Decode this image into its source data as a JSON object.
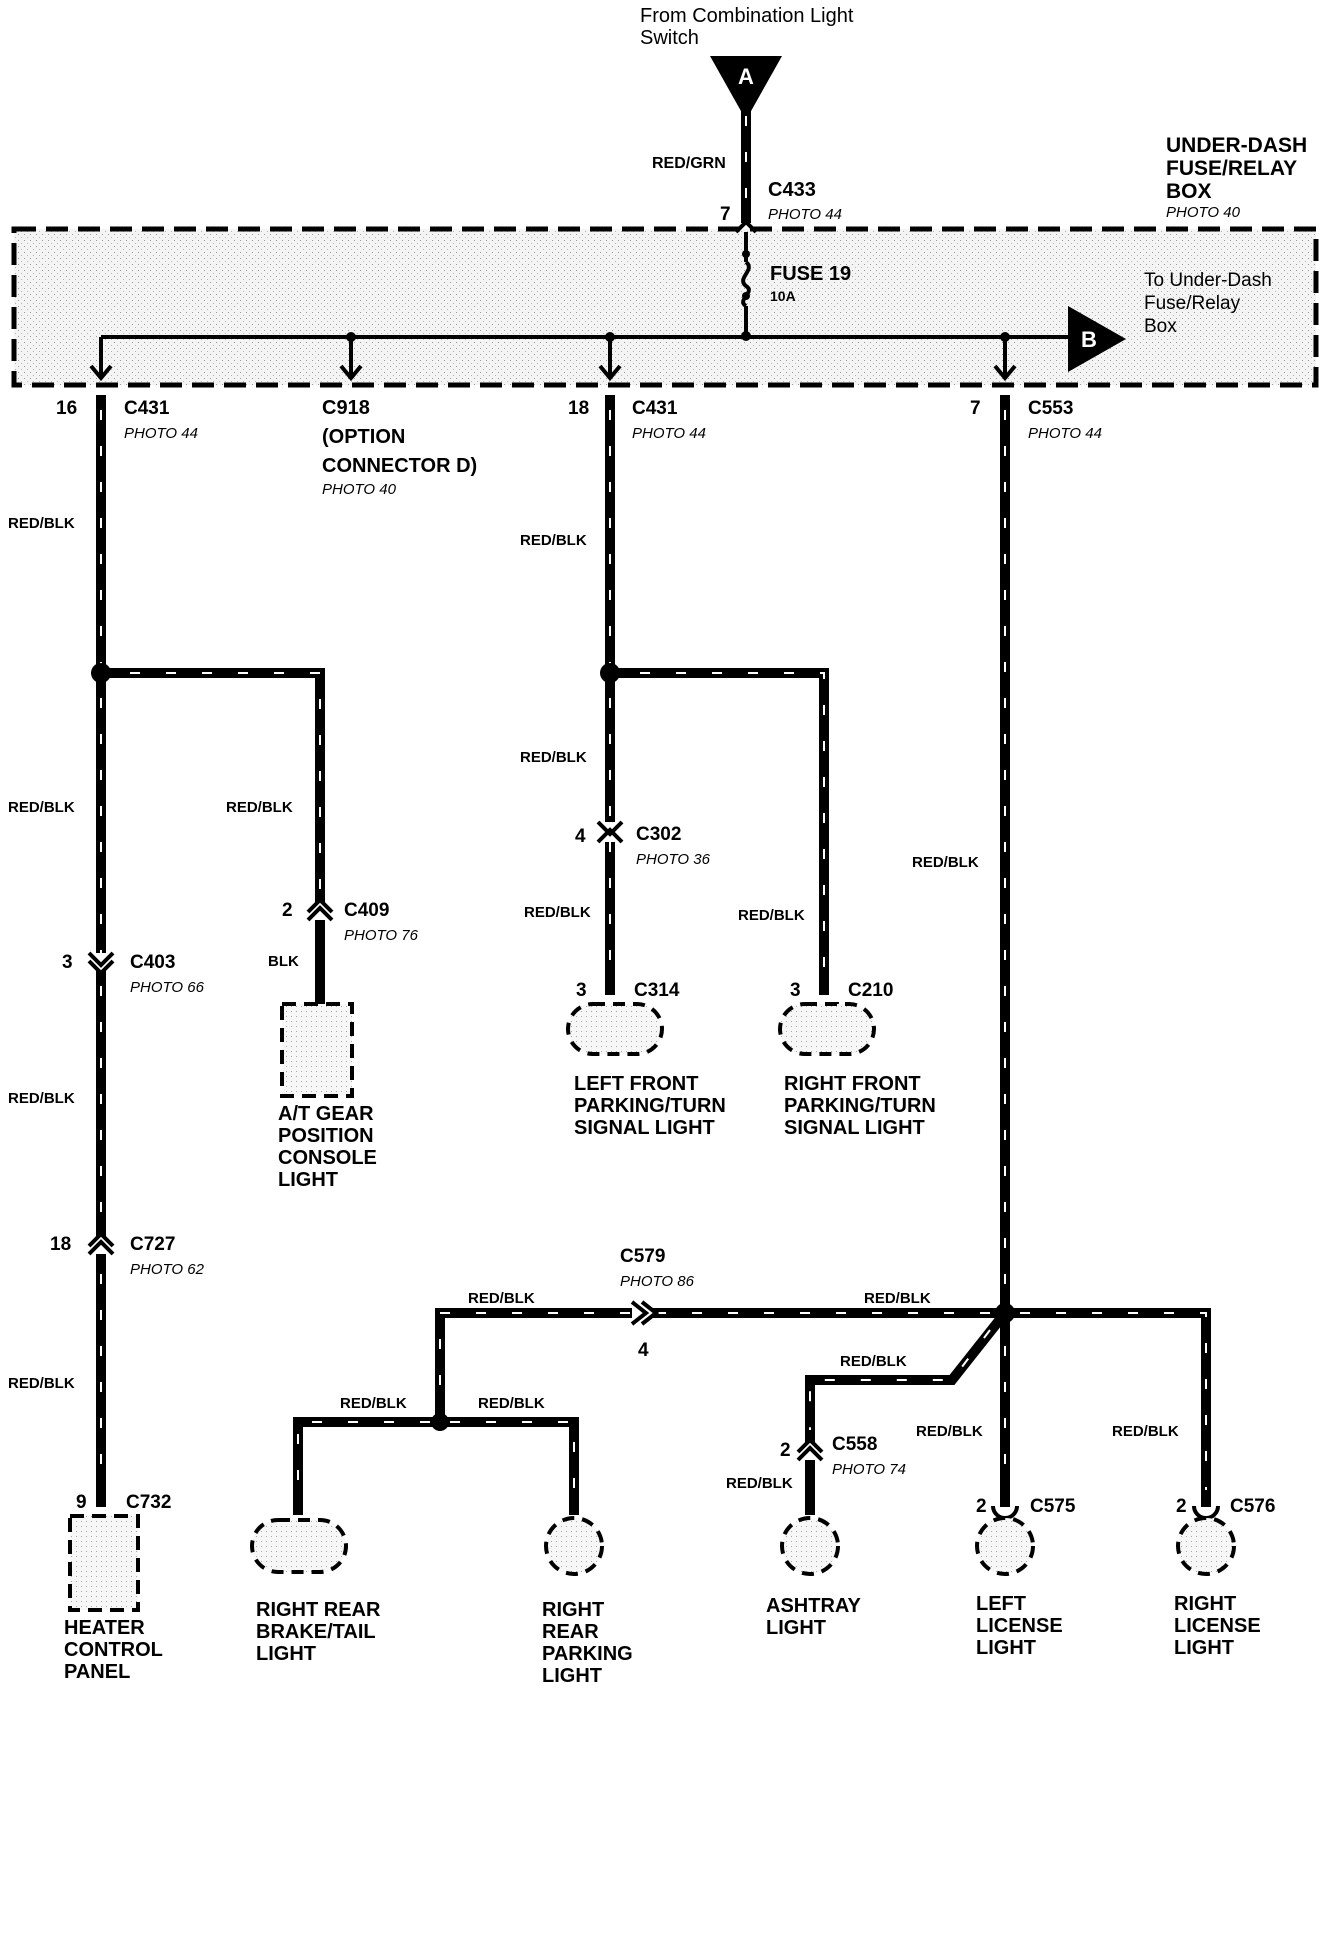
{
  "source": {
    "line1": "From Combination Light",
    "line2": "Switch",
    "marker": "A"
  },
  "fusebox": {
    "title1": "UNDER-DASH",
    "title2": "FUSE/RELAY",
    "title3": "BOX",
    "photo": "PHOTO 40",
    "fuse_label": "FUSE 19",
    "fuse_rating": "10A",
    "to1": "To Under-Dash",
    "to2": "Fuse/Relay",
    "to3": "Box",
    "marker": "B"
  },
  "input": {
    "wire": "RED/GRN",
    "pin": "7",
    "conn": "C433",
    "photo": "PHOTO 44"
  },
  "outputs": {
    "c431a": {
      "pin": "16",
      "conn": "C431",
      "photo": "PHOTO 44"
    },
    "c918": {
      "line1": "C918",
      "line2": "(OPTION",
      "line3": "CONNECTOR D)",
      "photo": "PHOTO 40"
    },
    "c431b": {
      "pin": "18",
      "conn": "C431",
      "photo": "PHOTO 44"
    },
    "c553": {
      "pin": "7",
      "conn": "C553",
      "photo": "PHOTO 44"
    }
  },
  "wires": {
    "redblk": "RED/BLK",
    "blk": "BLK"
  },
  "connectors": {
    "c409": {
      "pin": "2",
      "conn": "C409",
      "photo": "PHOTO 76"
    },
    "c403": {
      "pin": "3",
      "conn": "C403",
      "photo": "PHOTO 66"
    },
    "c727": {
      "pin": "18",
      "conn": "C727",
      "photo": "PHOTO 62"
    },
    "c732": {
      "pin": "9",
      "conn": "C732"
    },
    "c302": {
      "pin": "4",
      "conn": "C302",
      "photo": "PHOTO 36"
    },
    "c314": {
      "pin": "3",
      "conn": "C314"
    },
    "c210": {
      "pin": "3",
      "conn": "C210"
    },
    "c579": {
      "pin": "4",
      "conn": "C579",
      "photo": "PHOTO 86"
    },
    "c558": {
      "pin": "2",
      "conn": "C558",
      "photo": "PHOTO 74"
    },
    "c575": {
      "pin": "2",
      "conn": "C575"
    },
    "c576": {
      "pin": "2",
      "conn": "C576"
    }
  },
  "components": {
    "at_gear": [
      "A/T GEAR",
      "POSITION",
      "CONSOLE",
      "LIGHT"
    ],
    "heater": [
      "HEATER",
      "CONTROL",
      "PANEL"
    ],
    "lf_park": [
      "LEFT FRONT",
      "PARKING/TURN",
      "SIGNAL LIGHT"
    ],
    "rf_park": [
      "RIGHT FRONT",
      "PARKING/TURN",
      "SIGNAL LIGHT"
    ],
    "rr_brake": [
      "RIGHT REAR",
      "BRAKE/TAIL",
      "LIGHT"
    ],
    "rr_park": [
      "RIGHT",
      "REAR",
      "PARKING",
      "LIGHT"
    ],
    "ashtray": [
      "ASHTRAY",
      "LIGHT"
    ],
    "l_license": [
      "LEFT",
      "LICENSE",
      "LIGHT"
    ],
    "r_license": [
      "RIGHT",
      "LICENSE",
      "LIGHT"
    ]
  }
}
